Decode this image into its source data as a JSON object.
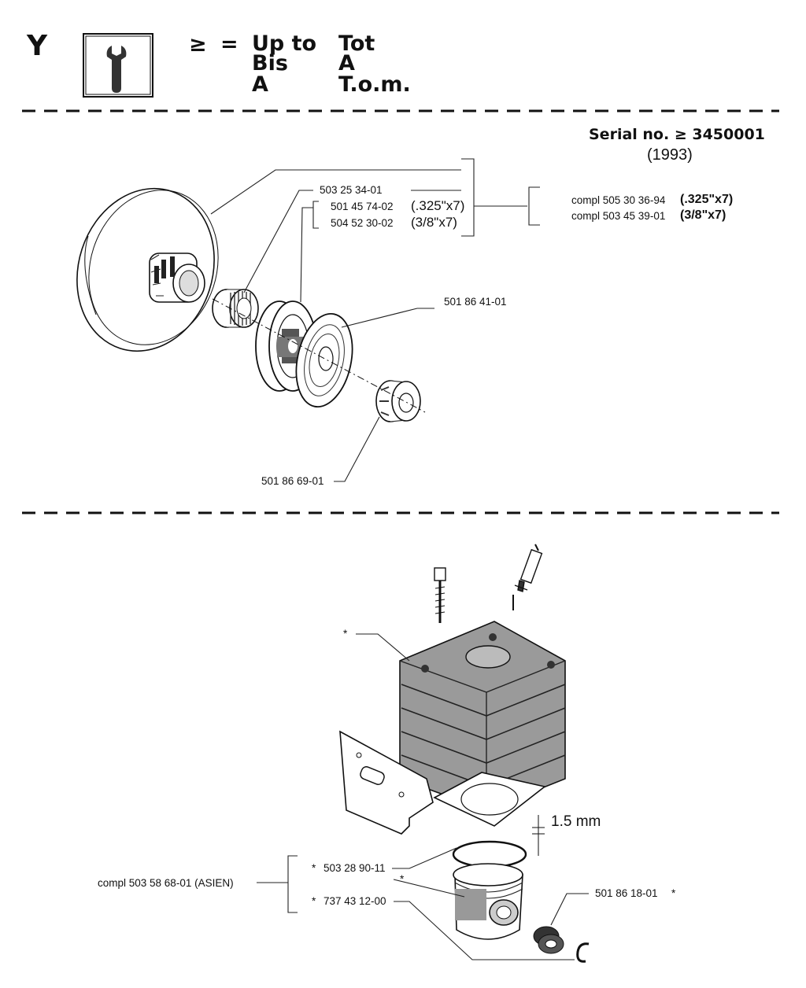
{
  "header": {
    "section_letter": "Y",
    "icon": "wrench-icon",
    "symbol_ge": "≥",
    "symbol_eq": "=",
    "legend_col1": [
      "Up to",
      "Bis",
      "A"
    ],
    "legend_col2": [
      "Tot",
      "A",
      "T.o.m."
    ]
  },
  "clutch": {
    "serial_label": "Serial no. ≥ 3450001",
    "serial_year": "(1993)",
    "parts": {
      "needle_bearing": "503 25 34-01",
      "drum_325": "501 45 74-02",
      "drum_325_spec": "(.325\"x7)",
      "drum_38": "504 52 30-02",
      "drum_38_spec": "(3/8\"x7)",
      "washer": "501 86 41-01",
      "nut": "501 86 69-01"
    },
    "compl": [
      {
        "label": "compl 505 30 36-94",
        "spec": "(.325\"x7)"
      },
      {
        "label": "compl 503 45 39-01",
        "spec": "(3/8\"x7)"
      }
    ]
  },
  "cylinder": {
    "cyl_star": "*",
    "ring_gap": "1.5 mm",
    "ring_label": "503 28 90-11",
    "piston_label": "737 43 12-00",
    "piston_star": "*",
    "star_prefix": "*",
    "needle_bearing": "501 86 18-01",
    "needle_star": "*",
    "compl_label": "compl 503 58 68-01 (ASIEN)"
  }
}
